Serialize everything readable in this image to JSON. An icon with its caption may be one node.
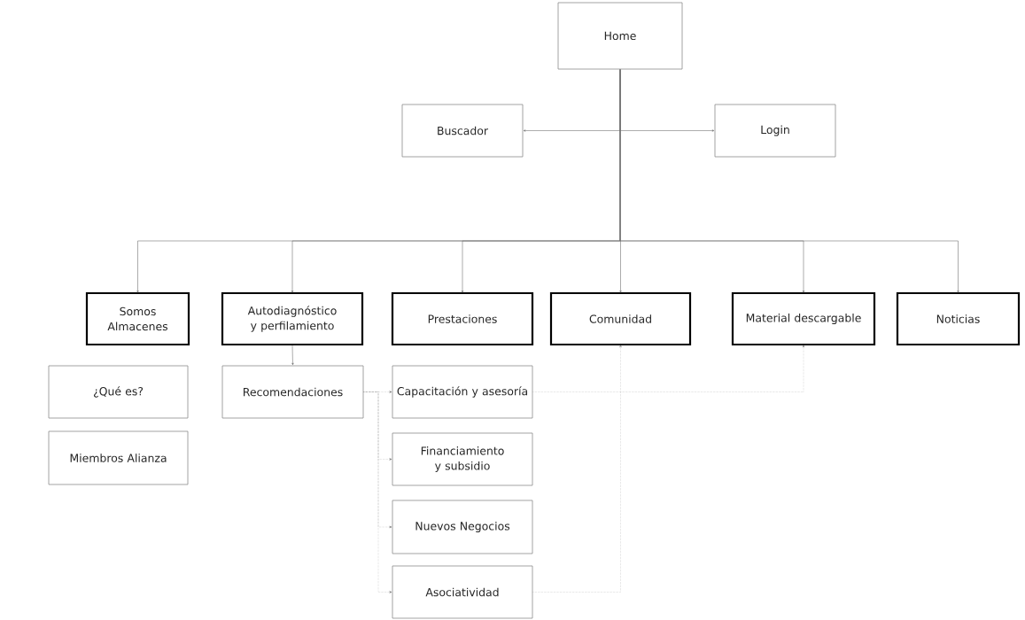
{
  "diagram": {
    "nodes": [
      {
        "text": [
          "Home"
        ]
      },
      {
        "text": [
          "Buscador"
        ]
      },
      {
        "text": [
          "Login"
        ]
      },
      {
        "text": [
          "Somos Almacenes"
        ]
      },
      {
        "text": [
          "Autodiagnóstico y perfilamiento"
        ]
      },
      {
        "text": [
          "Prestaciones"
        ]
      },
      {
        "text": [
          "Comunidad"
        ]
      },
      {
        "text": [
          "Material descargable"
        ]
      },
      {
        "text": [
          "Noticias"
        ]
      },
      {
        "text": [
          "¿Qué es?"
        ]
      },
      {
        "text": [
          "Miembros Alianza"
        ]
      },
      {
        "text": [
          "Recomendaciones"
        ]
      },
      {
        "text": [
          "Capacitación y asesoría"
        ]
      },
      {
        "text": [
          "Financiamiento y subsidio"
        ]
      },
      {
        "text": [
          "Nuevos Negocios"
        ]
      },
      {
        "text": [
          "Asociatividad"
        ]
      }
    ],
    "edges": [
      {
        "from": 0,
        "to": 1,
        "arrow": "to"
      },
      {
        "from": 0,
        "to": 2,
        "arrow": "to"
      },
      {
        "from": 0,
        "to": 3,
        "arrow": "to"
      },
      {
        "from": 0,
        "to": 4,
        "arrow": "to"
      },
      {
        "from": 0,
        "to": 5,
        "arrow": "to"
      },
      {
        "from": 0,
        "to": 6,
        "arrow": "to"
      },
      {
        "from": 0,
        "to": 7,
        "arrow": "to"
      },
      {
        "from": 0,
        "to": 8,
        "arrow": "to"
      },
      {
        "from": 4,
        "to": 11,
        "arrow": "to"
      },
      {
        "from": 11,
        "to": 12,
        "arrow": "to",
        "style": "dashed"
      },
      {
        "from": 11,
        "to": 13,
        "arrow": "to",
        "style": "dashed"
      },
      {
        "from": 11,
        "to": 14,
        "arrow": "to",
        "style": "dashed"
      },
      {
        "from": 11,
        "to": 15,
        "arrow": "to",
        "style": "dashed"
      },
      {
        "from": 12,
        "to": 7,
        "arrow": "to",
        "style": "dashed"
      },
      {
        "from": 15,
        "to": 6,
        "arrow": "to",
        "style": "dashed"
      }
    ]
  }
}
